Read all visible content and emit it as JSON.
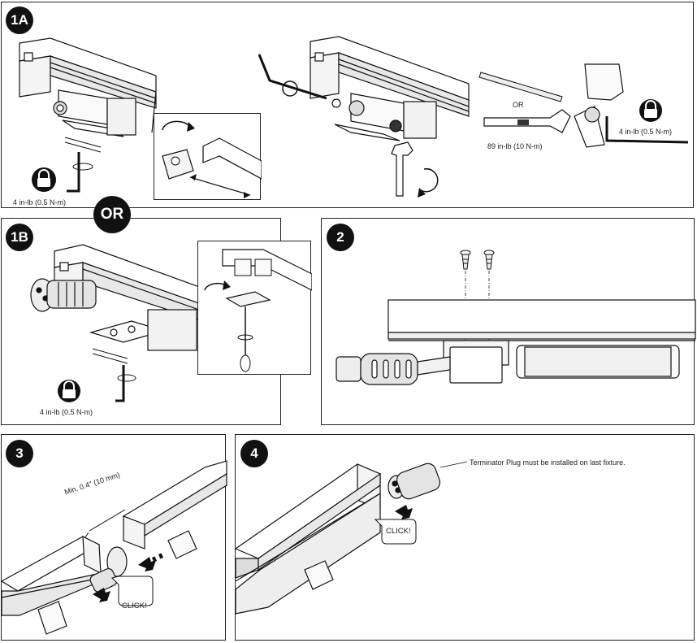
{
  "steps": {
    "s1a": {
      "badge": "1A",
      "torque_lock": "4 in-lb (0.5 N-m)",
      "or_text": "OR",
      "wrench_torque": "89 in-lb (10 N-m)",
      "torque_right": "4 in-lb (0.5 N-m)"
    },
    "or_between": "OR",
    "s1b": {
      "badge": "1B",
      "torque": "4 in-lb (0.5 N-m)"
    },
    "s2": {
      "badge": "2"
    },
    "s3": {
      "badge": "3",
      "spacing": "Min. 0.4\" (10 mm)",
      "click": "CLICK!"
    },
    "s4": {
      "badge": "4",
      "note": "Terminator Plug must be installed on last fixture.",
      "click": "CLICK!"
    }
  },
  "icons": [
    "lock-icon",
    "rotate-arrow-icon",
    "hex-key-icon",
    "wrench-icon",
    "screw-icon",
    "push-arrow-icon"
  ]
}
